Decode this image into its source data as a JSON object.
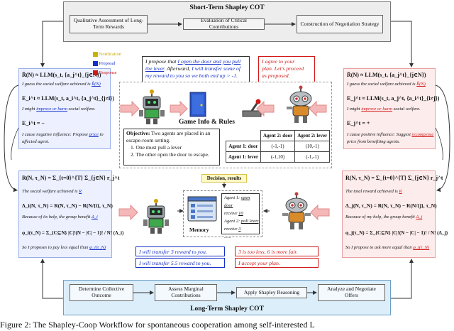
{
  "short_term": {
    "title": "Short-Term Shapley COT",
    "steps": [
      "Qualitative Assessment of Long-Term Rewards",
      "Evaluation of Critical Contributions",
      "Construction of Negotiation Strategy"
    ]
  },
  "long_term": {
    "title": "Long-Term Shapley COT",
    "steps": [
      "Determine Collective Outcome",
      "Assess Marginal Contributions",
      "Apply Shapley Reasoning",
      "Analyze and Negotiate Offers"
    ]
  },
  "legend": {
    "notification": "Notification",
    "proposal": "Proposal",
    "response": "Response"
  },
  "bubbles": {
    "left_a": "I propose that ",
    "left_b": "I open the door and you pull",
    "left_c": "the lever",
    "left_d": ". Afterward, ",
    "left_e": "I will transfer some of",
    "left_f": "my reward to you so we both end up > -1.",
    "right_a": "I agree to your",
    "right_b": "plan. Let's proceed",
    "right_c": "as proposed."
  },
  "left_top": {
    "eq1": "R̂(N) ≈ LLM(s_t, {a_j^t}_{j∈N})",
    "t1a": "I guess the social welfare achieved is ",
    "t1b": "R̂(N)",
    "eq2": "E_i^t ≈ LLM(s_t, a_i^t, {a_j^t}_{j≠i})",
    "t2a": "I might ",
    "t2b": "improve or harm",
    "t2c": " social welfare.",
    "eq3": "E_i^t = −",
    "t3a": "I cause negative influence: Propose ",
    "t3b": "price",
    "t3c": " to",
    "t3d": "affected agent."
  },
  "right_top": {
    "eq1": "R̂(N) ≈ LLM(s_t, {a_j^t}_{j∈N})",
    "t1a": "I guess the social welfare achieved is ",
    "t1b": "R̂(N)",
    "eq2": "E_j^t ≈ LLM(s_t, a_j^t, {a_i^t}_{i≠j})",
    "t2a": "I might ",
    "t2b": "improve or harm",
    "t2c": " social welfare.",
    "eq3": "E_j^t = +",
    "t3a": "I cause positive influence: Suggest ",
    "t3b": "recompense",
    "t3c": "price from benefiting agents."
  },
  "left_bottom": {
    "eq1": "R(N, τ_N) = Σ_{t=0}^{T} Σ_{j∈N} r_j^t",
    "t1a": "The social welfare achieved is ",
    "t1b": "R",
    "eq2": "Δ_i(N, τ_N) = R(N, τ_N) − R(N/{i}, τ_N)",
    "t2a": "Because of its help, the group benefit ",
    "t2b": "Δ_i",
    "eq3": "φ_i(τ_N) = Σ_{C⊆N} |C|!(N − |C| − 1)! / N! (Δ_i)",
    "t3a": "So I proposes to pay less equal than ",
    "t3b": "φ_i(τ_N)"
  },
  "right_bottom": {
    "eq1": "R(N, τ_N) = Σ_{t=0}^{T} Σ_{j∈N} r_j^t",
    "t1a": "The total reward achieved is ",
    "t1b": "R",
    "eq2": "Δ_j(N, τ_N) = R(N, τ_N) − R(N/{j}, τ_N)",
    "t2a": "Because of my help, the group benefit ",
    "t2b": "Δ_j",
    "eq3": "φ_j(τ_N) = Σ_{C⊆N} |C|!(N − |C| − 1)! / N! (Δ_j)",
    "t3a": "So I propose to ask more equal than ",
    "t3b": "φ_j(τ_N)"
  },
  "game": {
    "title": "Game Info & Rules",
    "objective_label": "Objective:",
    "objective_1": " Two agents are placed in an",
    "objective_2": "escape-room setting.",
    "rule_1": "1. One must pull a lever",
    "rule_2": "2. The other open the door to escape.",
    "table": {
      "head": [
        "",
        "Agent 2: door",
        "Agent 2: lever"
      ],
      "rows": [
        [
          "Agent 1: door",
          "(-1,-1)",
          "(10,-1)"
        ],
        [
          "Agent 1: lever",
          "(-1,10)",
          "(-1,-1)"
        ]
      ]
    }
  },
  "decision": "Decision, results",
  "memory": {
    "label": "Memory",
    "entries": [
      {
        "a": "Agent 1: ",
        "b": "open door"
      },
      {
        "a": "receive ",
        "b": "10"
      },
      {
        "a": "Agent 2: ",
        "b": "pull lever"
      },
      {
        "a": "receive ",
        "b": "3"
      }
    ],
    "dots": "......"
  },
  "chat": {
    "left_1": "I will transfer 3 reward to you.",
    "left_2": "I will transfer 5.5 reward to you.",
    "right_1": "3 is too less, 6 is more fair.",
    "right_2": "I accept your plan."
  },
  "caption": "Figure 2: The Shapley-Coop Workflow for spontaneous cooperation among self-interested L",
  "colors": {
    "blue_panel": "#ecf0ff",
    "red_panel": "#fdecec",
    "top_panel": "#ededed",
    "bottom_panel": "#dbeefa"
  }
}
